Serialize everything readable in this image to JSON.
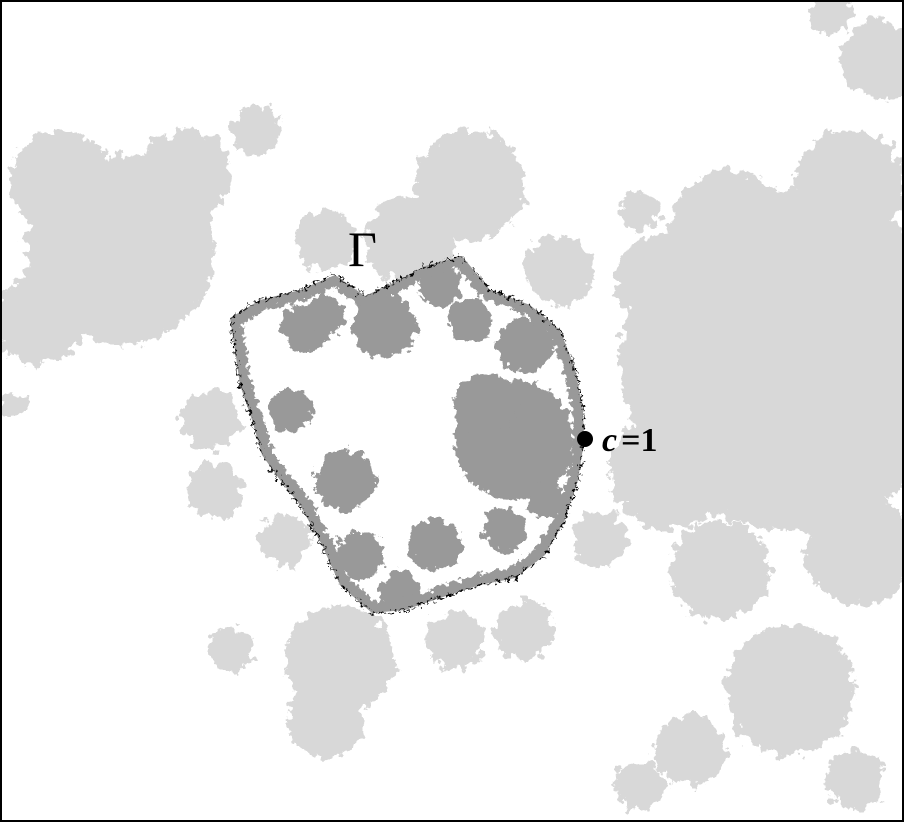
{
  "figure": {
    "curve_label": "Γ",
    "point_label_var": "c",
    "point_label_rest": "=1",
    "colors": {
      "background": "#ffffff",
      "light_region": "#d8d8d8",
      "dark_region": "#999999",
      "curve": "#000000",
      "frame": "#000000"
    }
  }
}
